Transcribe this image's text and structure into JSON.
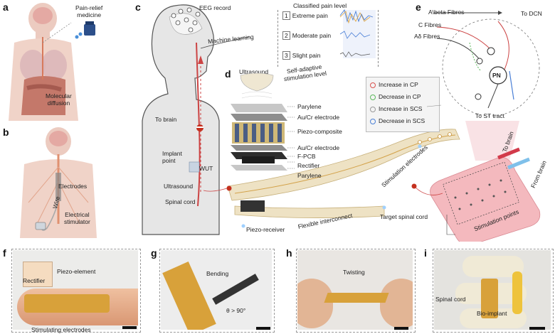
{
  "panels": {
    "a": {
      "label": "a",
      "medicine": "Pain-relief\nmedicine",
      "diffusion": "Molecular\ndiffusion"
    },
    "b": {
      "label": "b",
      "electrodes": "Electrodes",
      "wire": "Wire",
      "stimulator": "Electrical\nstimulator"
    },
    "c": {
      "label": "c",
      "eeg": "EEG record",
      "ml": "Machine learning",
      "to_brain": "To brain",
      "implant": "Implant\npoint",
      "wut": "WUT",
      "ultrasound": "Ultrasound",
      "spinal": "Spinal cord",
      "adaptive": "Self-adaptive\nstimulation level"
    },
    "pain": {
      "title": "Classified pain level",
      "levels": [
        {
          "num": "1",
          "text": "Extreme pain"
        },
        {
          "num": "2",
          "text": "Moderate pain"
        },
        {
          "num": "3",
          "text": "Slight pain"
        }
      ]
    },
    "d": {
      "label": "d",
      "ultrasound": "Ultrasound",
      "layers": [
        "Parylene",
        "Au/Cr electrode",
        "Piezo-composite",
        "Au/Cr electrode",
        "F-PCB",
        "Rectifier",
        "Parylene"
      ],
      "stim_electrodes": "Stimulation electrodes",
      "flex": "Flexible interconnect",
      "receiver": "Piezo-receiver"
    },
    "legend": [
      {
        "text": "Increase in CP",
        "color": "#d9534f"
      },
      {
        "text": "Decrease in CP",
        "color": "#5cb85c"
      },
      {
        "text": "Increase in SCS",
        "color": "#999999"
      },
      {
        "text": "Decrease in SCS",
        "color": "#4a7fd6"
      }
    ],
    "e": {
      "label": "e",
      "abeta": "A\\beta Fibres",
      "todcn": "To DCN",
      "cfib": "C Fibres",
      "adelta": "Aδ Fibres",
      "pn": "PN",
      "st": "To ST tract"
    },
    "cord": {
      "to_brain": "To brain",
      "from_brain": "From brain",
      "points": "Stimulation points",
      "target": "Target spinal cord"
    },
    "f": {
      "label": "f",
      "piezo": "Piezo-element",
      "rectifier": "Rectifier",
      "electrodes": "Stimulating electrodes"
    },
    "g": {
      "label": "g",
      "bending": "Bending",
      "angle": "θ > 90°"
    },
    "h": {
      "label": "h",
      "twisting": "Twisting"
    },
    "i": {
      "label": "i",
      "spinal": "Spinal cord",
      "bio": "Bio-implant"
    }
  },
  "colors": {
    "skin": "#f2c9b8",
    "organ": "#c4786a",
    "nerve": "#d1402f",
    "gold": "#d89a2b",
    "cordpink": "#f4b9be"
  }
}
